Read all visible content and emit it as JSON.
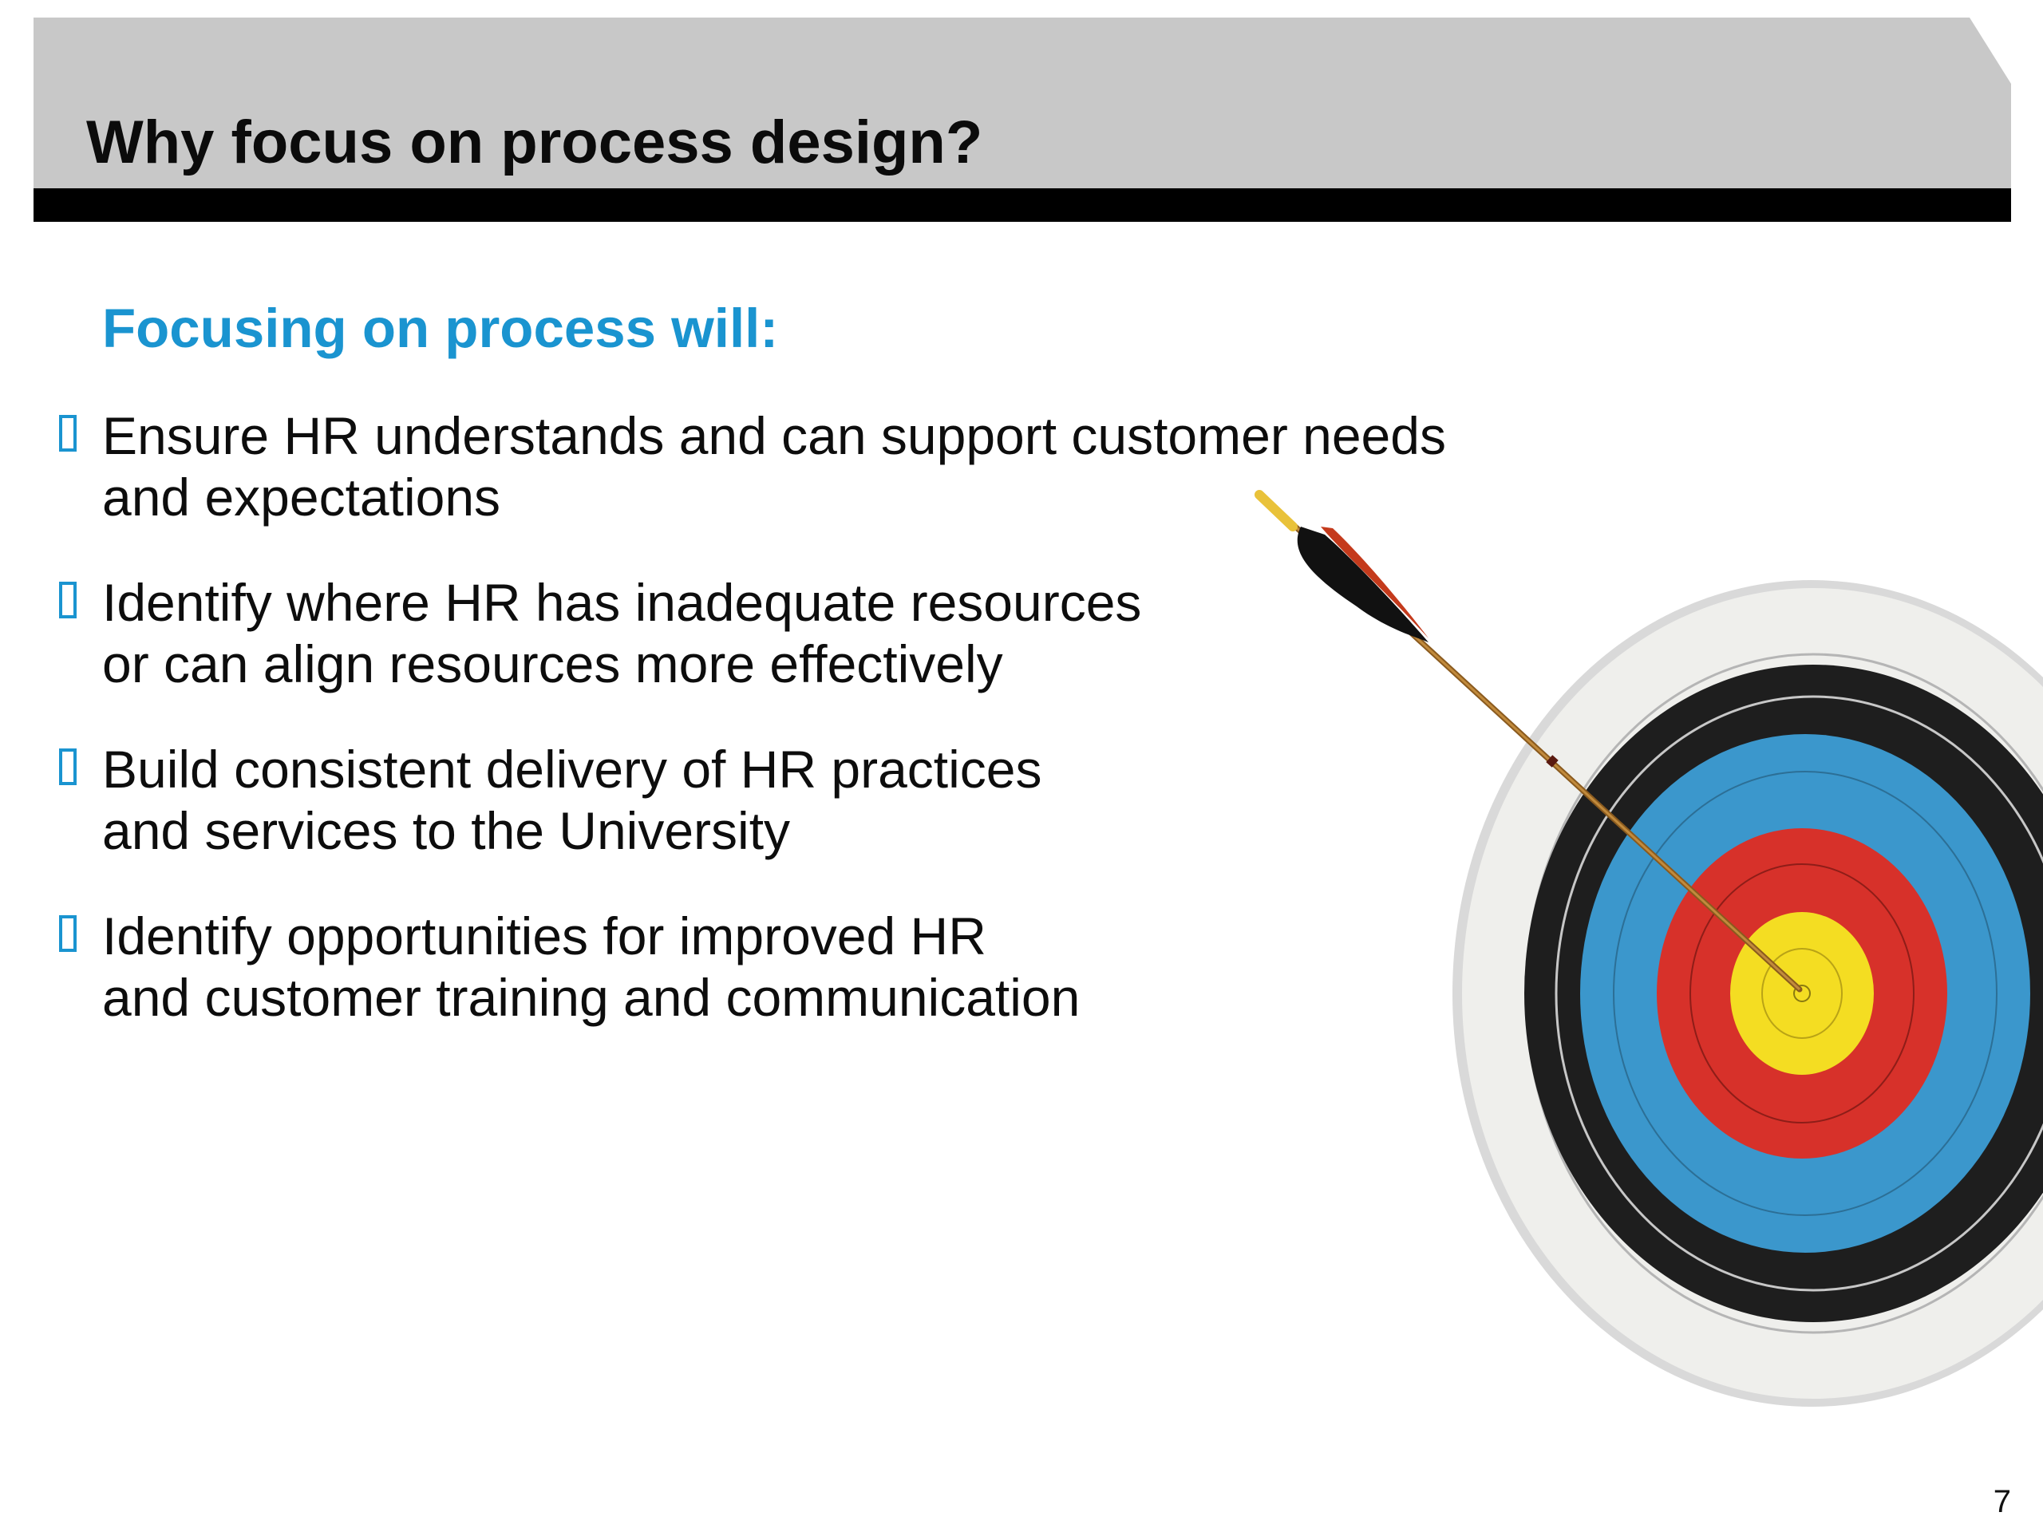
{
  "slide": {
    "title": "Why focus on process design?",
    "subheading": "Focusing on process will:",
    "bullets": [
      {
        "line1": "Ensure HR understands and can support customer needs",
        "line2": "and expectations"
      },
      {
        "line1": "Identify where HR has inadequate resources",
        "line2": "or can align resources more effectively"
      },
      {
        "line1": "Build consistent delivery of HR practices",
        "line2": "and services to the University"
      },
      {
        "line1": "Identify opportunities for improved HR",
        "line2": "and customer training and communication"
      }
    ],
    "page_number": "7"
  },
  "colors": {
    "header_gray": "#c8c8c8",
    "header_bar": "#000000",
    "accent_blue": "#1a94d0",
    "target_blue": "#3b97cc",
    "target_red": "#d7312a",
    "target_yellow": "#f4dd22"
  },
  "icons": {
    "bullet": "square-bullet-icon",
    "image": "archery-target-with-arrow"
  }
}
